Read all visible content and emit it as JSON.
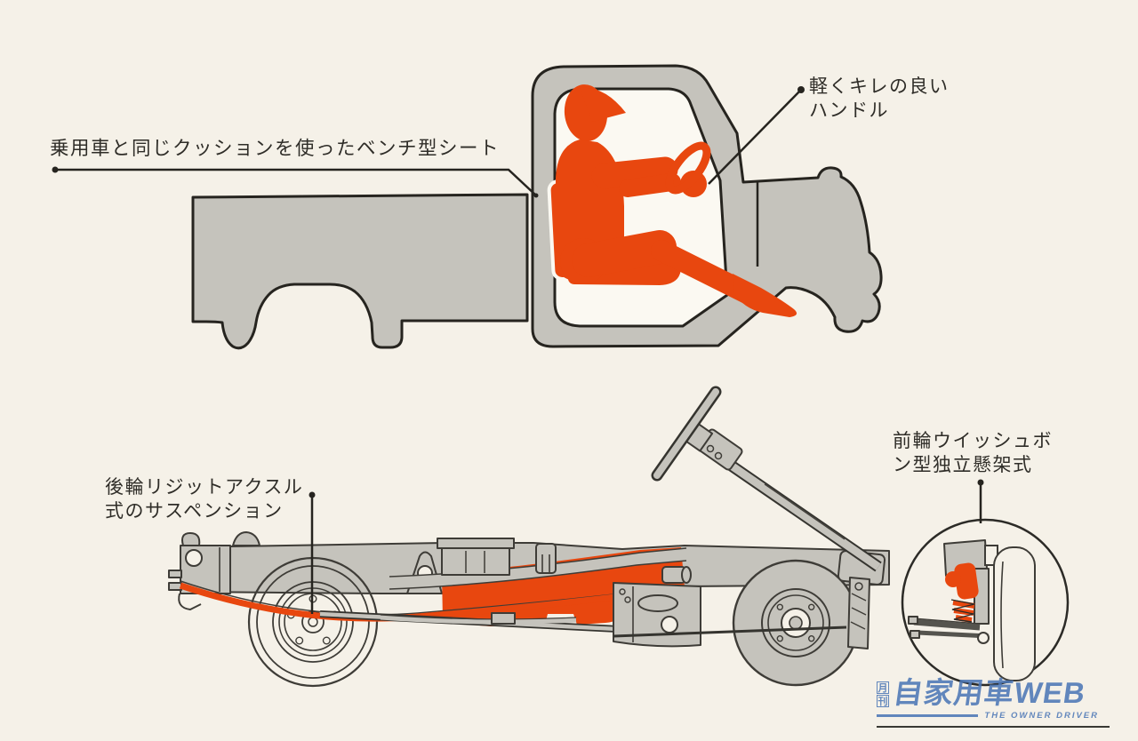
{
  "palette": {
    "bg": "#f5f1e8",
    "gray": "#c5c3bc",
    "white": "#fbf9f2",
    "orange": "#e8470f",
    "outline": "#26241f",
    "line": "#3e3c37",
    "ink": "#2f2d28",
    "blue": "#4d78b6"
  },
  "annotations": {
    "steering": {
      "line1": "軽くキレの良い",
      "line2": "ハンドル"
    },
    "bench_seat": {
      "text": "乗用車と同じクッションを使ったベンチ型シート"
    },
    "rear_suspension": {
      "line1": "後輪リジットアクスル",
      "line2": "式のサスペンション"
    },
    "front_suspension": {
      "line1": "前輪ウイッシュボ",
      "line2": "ン型独立懸架式"
    }
  },
  "watermark": {
    "prefix_char1": "月",
    "prefix_char2": "刊",
    "title": "自家用車WEB",
    "tagline": "THE OWNER DRIVER"
  }
}
